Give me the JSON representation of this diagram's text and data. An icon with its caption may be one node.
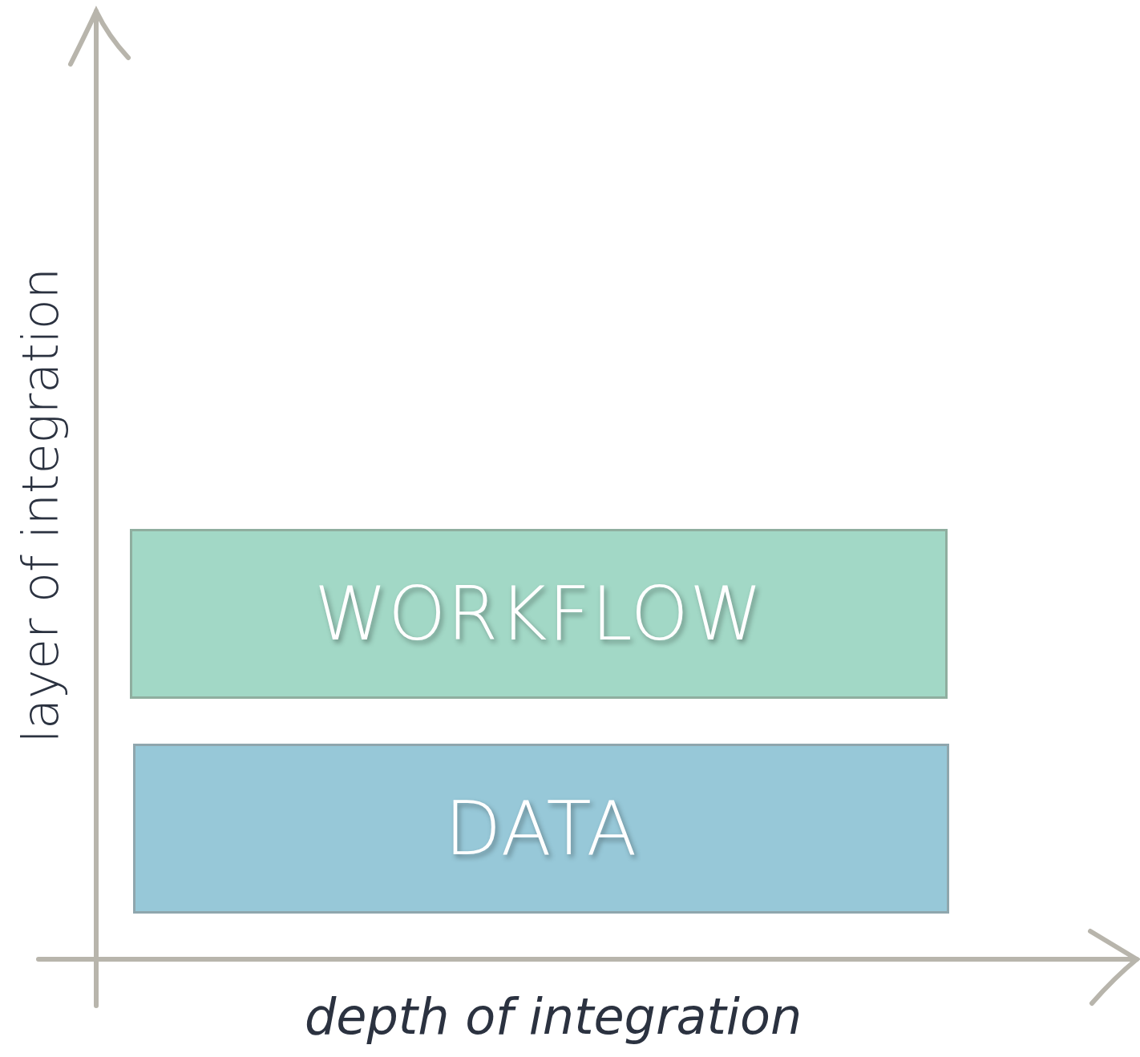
{
  "diagram": {
    "nodes": [
      {
        "text": [
          "WORKFLOW"
        ]
      },
      {
        "text": [
          "DATA"
        ]
      }
    ],
    "labels": [
      "layer of integration",
      "depth of integration"
    ]
  }
}
